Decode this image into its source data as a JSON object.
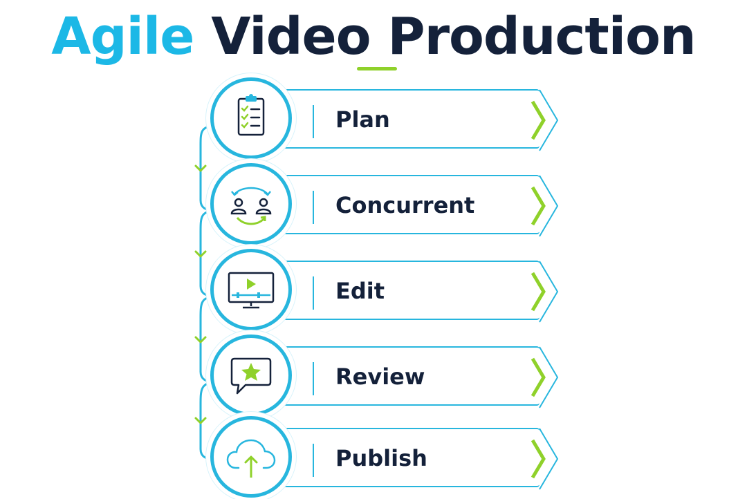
{
  "title": {
    "accent": "Agile",
    "rest": "Video Production"
  },
  "colors": {
    "accent": "#1cb8e6",
    "dark": "#14213a",
    "cyan": "#27b6de",
    "lime": "#8fd12a"
  },
  "steps": [
    {
      "label": "Plan",
      "icon": "clipboard-checklist-icon"
    },
    {
      "label": "Concurrent",
      "icon": "people-sync-icon"
    },
    {
      "label": "Edit",
      "icon": "monitor-video-icon"
    },
    {
      "label": "Review",
      "icon": "star-speech-bubble-icon"
    },
    {
      "label": "Publish",
      "icon": "cloud-upload-icon"
    }
  ]
}
